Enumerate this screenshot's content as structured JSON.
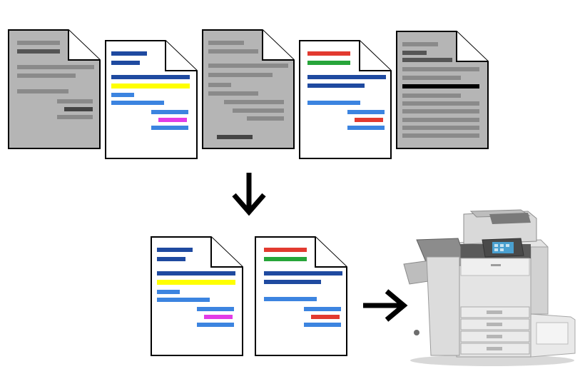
{
  "colors": {
    "gray_doc_fill": "#b5b5b5",
    "white_doc_fill": "#ffffff",
    "outline": "#000000",
    "bar_dark_blue": "#1f4aa0",
    "bar_light_blue": "#3c84e0",
    "bar_yellow": "#ffff00",
    "bar_magenta": "#e23ce6",
    "bar_red": "#e23a30",
    "bar_green": "#27a53a",
    "bar_gray_light": "#8a8a8a",
    "bar_gray_dark": "#444444",
    "printer_body": "#e4e4e4",
    "printer_dark": "#5a5a5a",
    "printer_screen": "#4aa0d0"
  },
  "icons": {
    "down_arrow": "down-arrow-icon",
    "right_arrow": "right-arrow-icon",
    "printer": "printer-icon"
  },
  "diagram": {
    "input_documents": [
      {
        "id": "gray-doc-1",
        "kind": "gray"
      },
      {
        "id": "color-doc-blue-yellow-1",
        "kind": "color"
      },
      {
        "id": "gray-doc-2",
        "kind": "gray"
      },
      {
        "id": "color-doc-red-green-1",
        "kind": "color"
      },
      {
        "id": "gray-doc-3",
        "kind": "gray"
      }
    ],
    "output_documents": [
      {
        "id": "color-doc-blue-yellow-2",
        "kind": "color"
      },
      {
        "id": "color-doc-red-green-2",
        "kind": "color"
      }
    ],
    "destination": "printer"
  }
}
